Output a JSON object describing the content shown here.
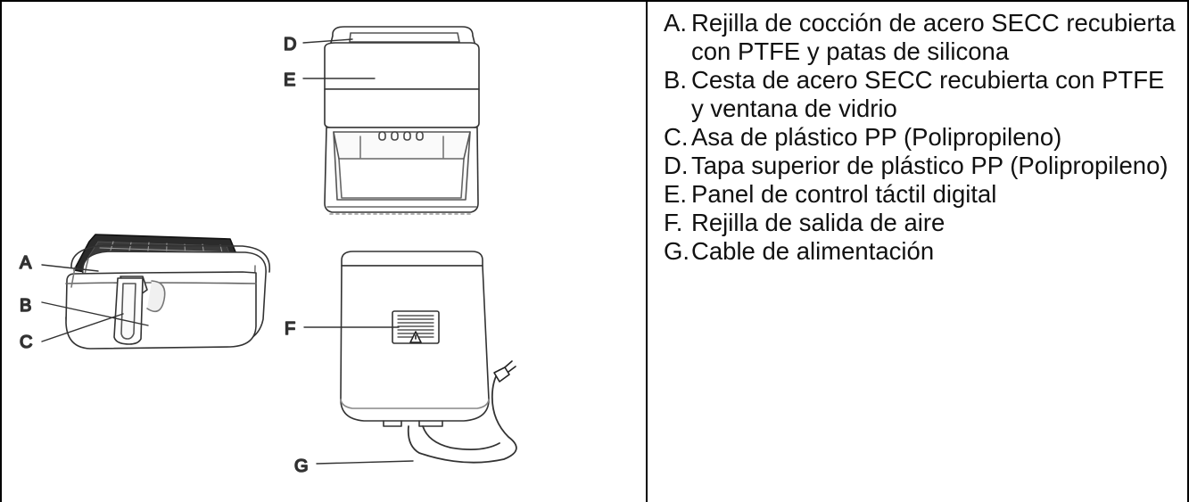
{
  "labels": {
    "A": "A",
    "B": "B",
    "C": "C",
    "D": "D",
    "E": "E",
    "F": "F",
    "G": "G"
  },
  "legend": [
    {
      "letter": "A.",
      "text": "Rejilla de cocción de acero SECC recubierta con PTFE y patas de silicona"
    },
    {
      "letter": "B.",
      "text": "Cesta de acero SECC recubierta con PTFE y ventana de vidrio"
    },
    {
      "letter": "C.",
      "text": "Asa de plástico PP (Polipropileno)"
    },
    {
      "letter": "D.",
      "text": "Tapa superior de plástico PP (Polipropileno)"
    },
    {
      "letter": "E.",
      "text": "Panel de control táctil digital"
    },
    {
      "letter": "F.",
      "text": "Rejilla de salida de aire"
    },
    {
      "letter": "G.",
      "text": "Cable de alimentación"
    }
  ]
}
